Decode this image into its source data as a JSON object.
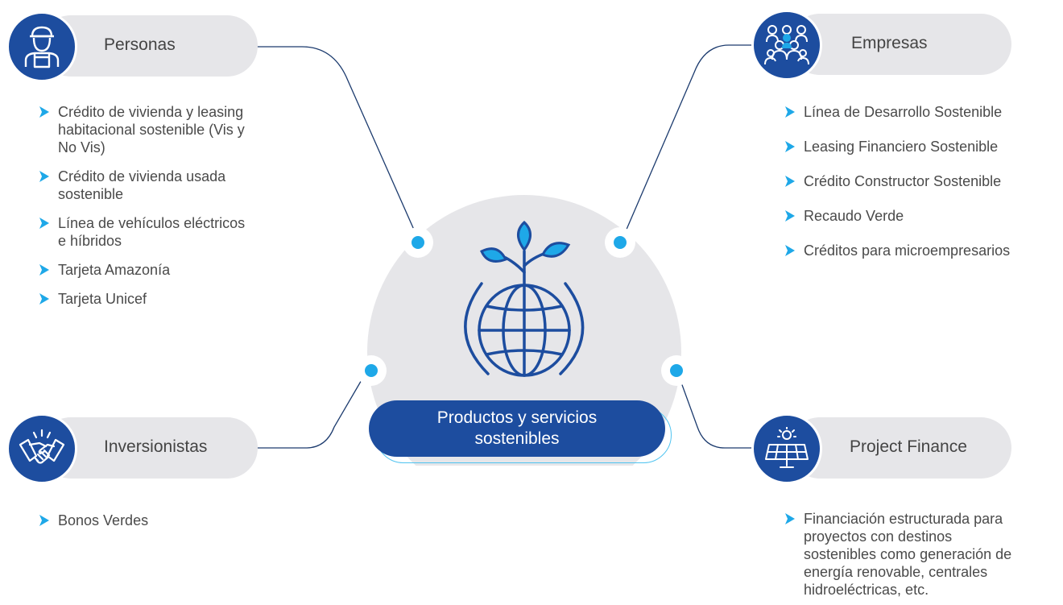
{
  "center": {
    "title_line1": "Productos y servicios",
    "title_line2": "sostenibles",
    "icon": "globe-plant-icon"
  },
  "groups": {
    "personas": {
      "label": "Personas",
      "icon": "person-worker-icon",
      "items": [
        [
          "Crédito de vivienda y leasing",
          "habitacional sostenible (Vis y",
          "No Vis)"
        ],
        [
          "Crédito de vivienda usada",
          "sostenible"
        ],
        [
          "Línea de vehículos eléctricos",
          "e híbridos"
        ],
        [
          "Tarjeta Amazonía"
        ],
        [
          "Tarjeta Unicef"
        ]
      ]
    },
    "empresas": {
      "label": "Empresas",
      "icon": "people-group-icon",
      "items": [
        [
          "Línea de Desarrollo Sostenible"
        ],
        [
          "Leasing Financiero Sostenible"
        ],
        [
          "Crédito Constructor Sostenible"
        ],
        [
          "Recaudo Verde"
        ],
        [
          "Créditos para microempresarios"
        ]
      ]
    },
    "inversionistas": {
      "label": "Inversionistas",
      "icon": "handshake-icon",
      "items": [
        [
          "Bonos Verdes"
        ]
      ]
    },
    "project_finance": {
      "label": "Project Finance",
      "icon": "solar-panel-icon",
      "items": [
        [
          "Financiación estructurada para",
          "proyectos con destinos",
          "sostenibles como generación de",
          "energía renovable, centrales",
          "hidroeléctricas, etc."
        ]
      ]
    }
  },
  "colors": {
    "primary": "#1d4d9f",
    "accent": "#1ea8e8",
    "pill": "#e6e6e9",
    "circle": "#e6e6e9",
    "text": "#4a4a4a"
  }
}
